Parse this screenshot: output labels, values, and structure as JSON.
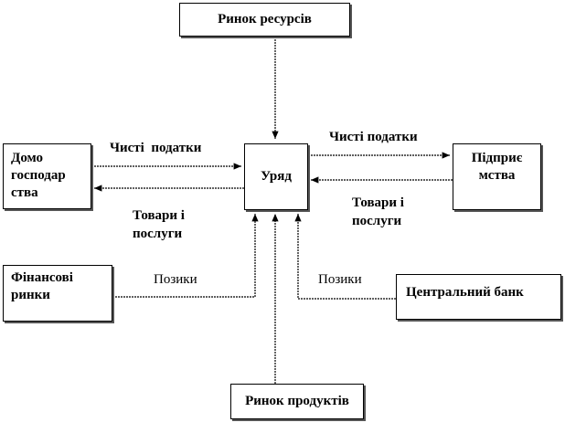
{
  "nodes": {
    "resource_market": "Ринок ресурсів",
    "households": "Домо господар ства",
    "government": "Уряд",
    "firms": "Підприє мства",
    "financial_markets": "Фінансові ринки",
    "central_bank": "Центральний банк",
    "product_market": "Ринок продуктів"
  },
  "edges": {
    "hh_taxes": "Чисті  податки",
    "hh_goods": "Товари і послуги",
    "firms_taxes": "Чисті податки",
    "firms_goods": "Товари і послуги",
    "fin_loans": "Позики",
    "bank_loans": "Позики"
  }
}
